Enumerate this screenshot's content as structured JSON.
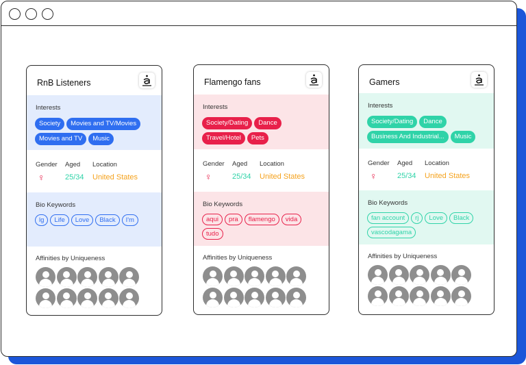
{
  "window": {
    "accent": "#1b56d9",
    "traffic_buttons": [
      "close",
      "minimize",
      "maximize"
    ]
  },
  "labels": {
    "interests": "Interests",
    "gender": "Gender",
    "aged": "Aged",
    "location": "Location",
    "bio_keywords": "Bio Keywords",
    "affinities": "Affinities by Uniqueness"
  },
  "cards": [
    {
      "title": "RnB Listeners",
      "theme": {
        "tint": "#e3ecfd",
        "tag": "#2f6ef0",
        "keyword": "#2f6ef0"
      },
      "interests": [
        "Society",
        "Movies and TV/Movies",
        "Movies and TV",
        "Music"
      ],
      "gender_icon": "female-icon",
      "aged": "25/34",
      "location": "United States",
      "keywords": [
        "lg",
        "Life",
        "Love",
        "Black",
        "I'm"
      ],
      "avatar_count": 10
    },
    {
      "title": "Flamengo fans",
      "theme": {
        "tint": "#fce4e7",
        "tag": "#e8204a",
        "keyword": "#e8204a"
      },
      "interests": [
        "Society/Dating",
        "Dance",
        "Travel/Hotel",
        "Pets"
      ],
      "gender_icon": "female-icon",
      "aged": "25/34",
      "location": "United States",
      "keywords": [
        "aqui",
        "pra",
        "flamengo",
        "vida",
        "tudo"
      ],
      "avatar_count": 10
    },
    {
      "title": "Gamers",
      "theme": {
        "tint": "#e1f8f1",
        "tag": "#2fd3a8",
        "keyword": "#2fd3a8"
      },
      "interests": [
        "Society/Dating",
        "Dance",
        "Business And Industrial...",
        "Music"
      ],
      "gender_icon": "female-icon",
      "aged": "25/34",
      "location": "United States",
      "keywords": [
        "fan account",
        "rj",
        "Love",
        "Black",
        "vascodagama"
      ],
      "avatar_count": 10
    }
  ],
  "colors": {
    "gender": "#e8204a",
    "aged": "#2fd3a8",
    "location": "#f5a21c"
  }
}
